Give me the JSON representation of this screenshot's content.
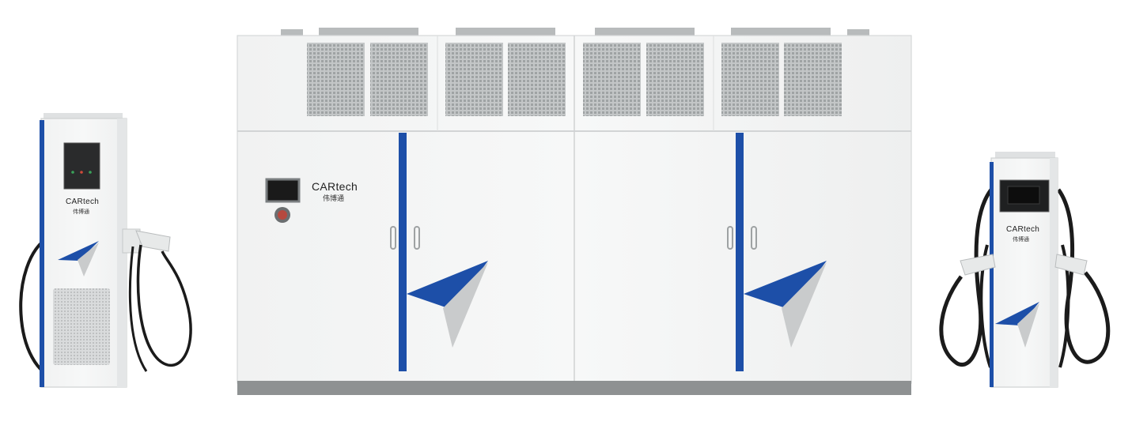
{
  "brand": {
    "name": "CARtech",
    "name_cn": "伟博通"
  },
  "colors": {
    "accent_blue": "#1d4fa8",
    "cabinet_white": "#f3f4f4",
    "vent_gray": "#b9bcbd",
    "base_gray": "#8e9192",
    "cable_black": "#1b1b1b"
  },
  "products": [
    {
      "label": "left-charger"
    },
    {
      "label": "power-cabinet"
    },
    {
      "label": "right-charger"
    }
  ]
}
